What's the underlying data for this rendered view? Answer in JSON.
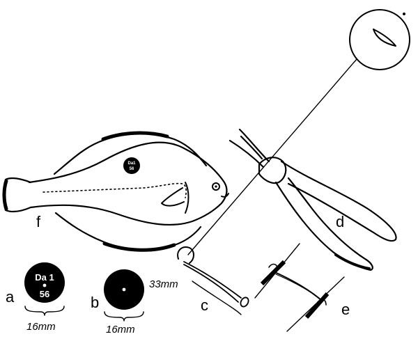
{
  "labels": {
    "a": "a",
    "b": "b",
    "c": "c",
    "d": "d",
    "e": "e",
    "f": "f"
  },
  "tag_a": {
    "line1": "Da 1",
    "line2": "56",
    "width": "16mm"
  },
  "tag_b": {
    "width": "16mm"
  },
  "wire_c": {
    "length": "33mm"
  },
  "fish_tag": {
    "line1": "Da1",
    "line2": "56"
  },
  "colors": {
    "ink": "#000000",
    "paper": "#ffffff"
  }
}
